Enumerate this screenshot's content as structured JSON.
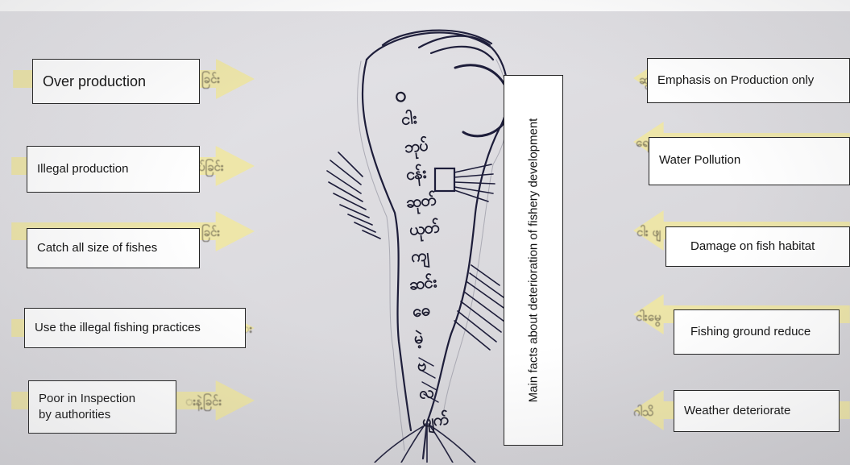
{
  "central_label": "Main facts about deterioration of fishery development",
  "left_labels": [
    "Over production",
    "Illegal production",
    "Catch all size of fishes",
    "Use the illegal fishing practices",
    "Poor in Inspection\nby authorities"
  ],
  "right_labels": [
    "Emphasis on Production only",
    "Water Pollution",
    "Damage on fish habitat",
    "Fishing ground reduce",
    "Weather deteriorate"
  ],
  "left_arrow_script": [
    "ခြင်း",
    "ပ်ခြင်း",
    "ခြင်း",
    "း",
    "း‌နဲ့ခြင်း"
  ],
  "right_arrow_script": [
    "ဆွ",
    "ရေ",
    "ငါး ဖျ",
    "ငါးမွေ",
    "ဂါသိ"
  ],
  "fish_script": [
    "ဝ",
    "ငါး",
    "ဘုပ်",
    "ငန်း",
    "ဆုတ်",
    "ယုတ်",
    "ကျ",
    "ဆင်း",
    "ဓေ",
    "မဲ့",
    "ဗ",
    "လ",
    "ပျက်"
  ],
  "colors": {
    "paper_arrow": "#efe6a6",
    "background": "#dedde1",
    "ink": "#1a1a2e"
  }
}
